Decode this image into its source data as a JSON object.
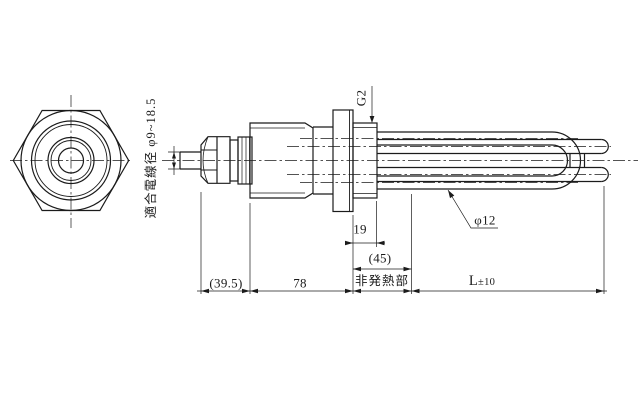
{
  "drawing": {
    "cable_note": "適合電線径 φ9~18.5",
    "thread_spec": "G2",
    "tube_diameter": "φ12",
    "dimensions": {
      "gland_protrusion": "(39.5)",
      "body_length": "78",
      "thread_length": "19",
      "unheated_length": "(45)",
      "unheated_label": "非発熱部",
      "total_length_symbol": "L",
      "total_length_tolerance": "±10"
    }
  }
}
